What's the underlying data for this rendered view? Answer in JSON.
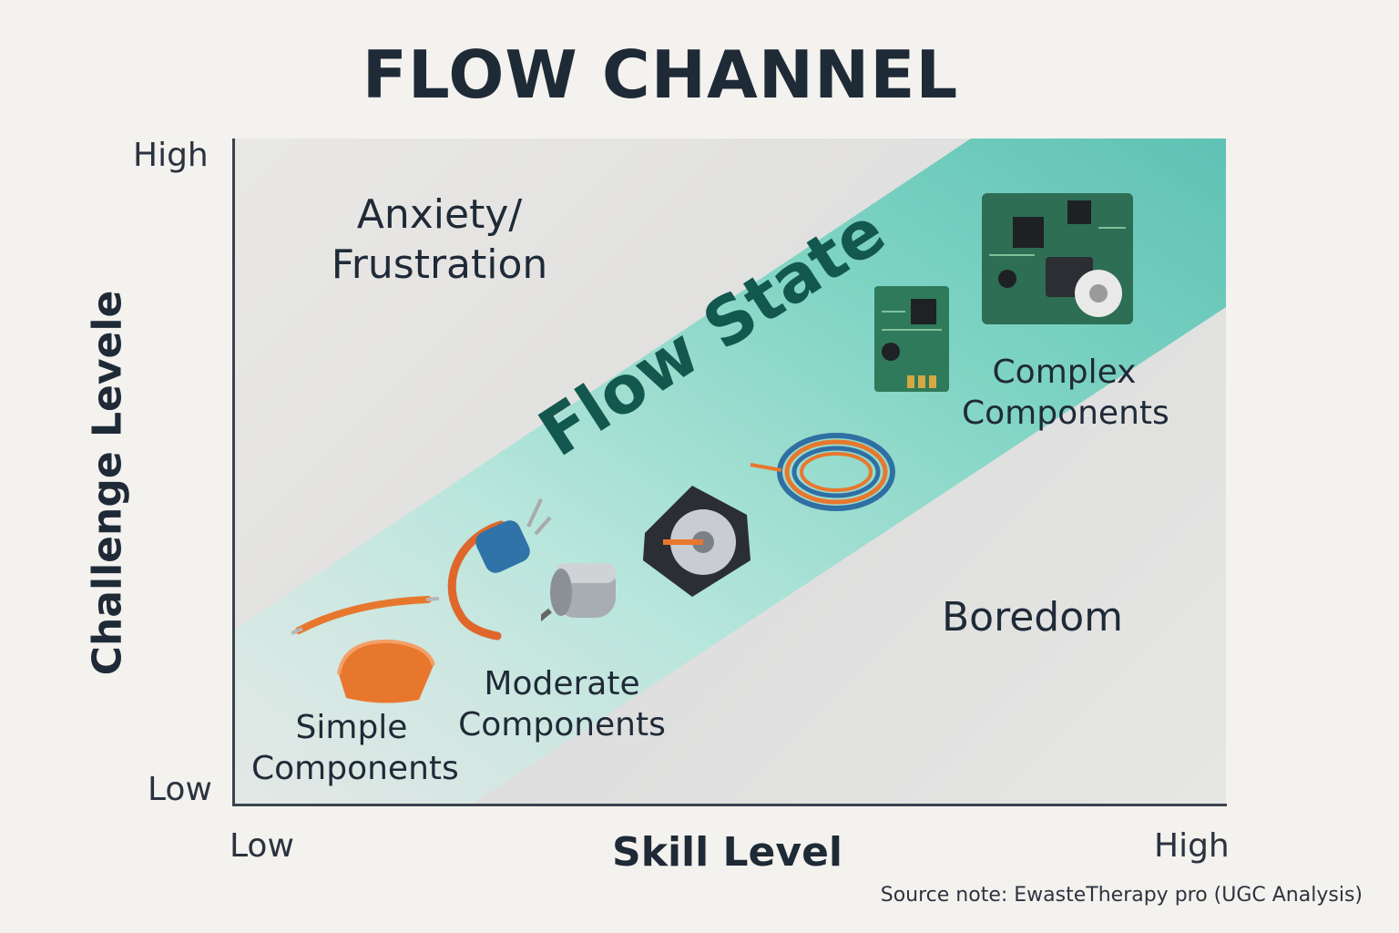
{
  "title": "FLOW CHANNEL",
  "y_axis": {
    "label": "Challenge Levele",
    "high": "High",
    "low": "Low"
  },
  "x_axis": {
    "label": "Skill Level",
    "low": "Low",
    "high": "High"
  },
  "regions": {
    "anxiety_line1": "Anxiety/",
    "anxiety_line2": "Frustration",
    "flow": "Flow State",
    "boredom": "Boredom"
  },
  "components": {
    "simple_line1": "Simple",
    "simple_line2": "Components",
    "moderate_line1": "Moderate",
    "moderate_line2": "Components",
    "complex_line1": "Complex",
    "complex_line2": "Components"
  },
  "source": "Source note: EwasteTherapy pro (UGC Analysis)",
  "colors": {
    "band": "#6fcfbf",
    "band_light": "#cfeee7",
    "text": "#1f2a37",
    "flow_text": "#13584f",
    "accent": "#e8772e"
  }
}
